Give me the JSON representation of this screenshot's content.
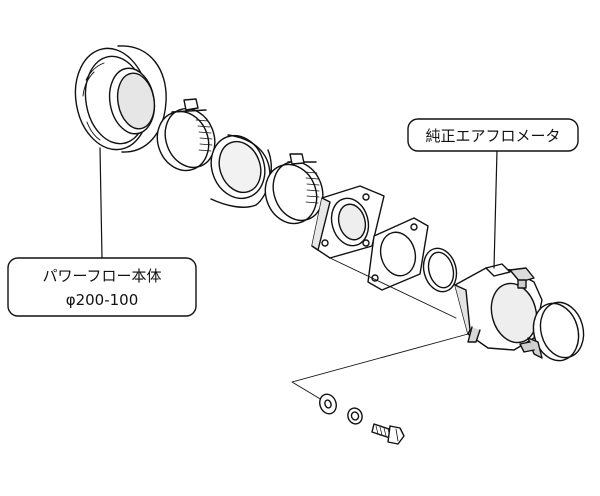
{
  "callouts": {
    "meter": {
      "text": "純正エアフロメータ"
    },
    "body": {
      "line1": "パワーフロー本体",
      "line2": "φ200-100"
    }
  },
  "colors": {
    "line": "#111111",
    "fill": "#ffffff",
    "shade": "#d8d8d8"
  }
}
